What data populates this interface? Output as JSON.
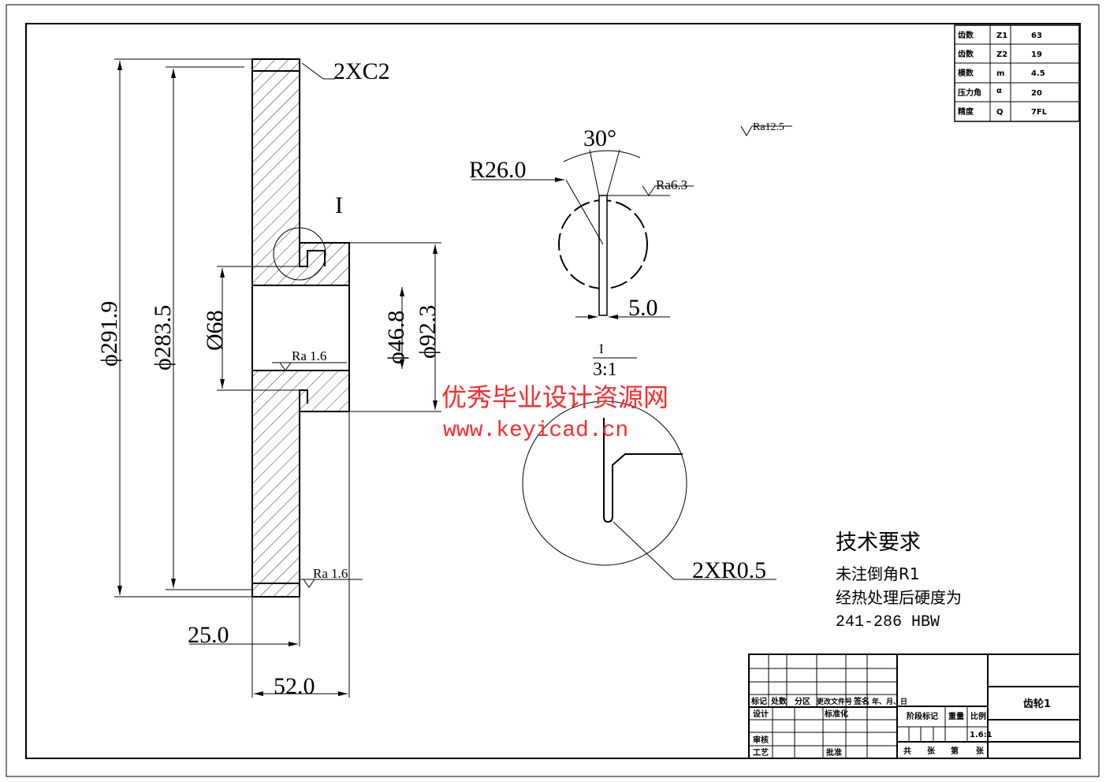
{
  "params": [
    {
      "name": "齿数",
      "sym": "Z1",
      "val": "63"
    },
    {
      "name": "齿数",
      "sym": "Z2",
      "val": "19"
    },
    {
      "name": "模数",
      "sym": "m",
      "val": "4.5"
    },
    {
      "name": "压力角",
      "sym": "α",
      "val": "20"
    },
    {
      "name": "精度",
      "sym": "Q",
      "val": "7FL"
    }
  ],
  "dims": {
    "chamfer": "2XC2",
    "d1": "ϕ291.9",
    "d2": "ϕ283.5",
    "d3": "Ø68",
    "d4": "ϕ46.8",
    "d5": "ϕ92.3",
    "w1": "25.0",
    "w2": "52.0",
    "ra1": "Ra 1.6",
    "ra2": "Ra 1.6",
    "section": "I",
    "angle": "30°",
    "radius": "R26.0",
    "ra63": "Ra6.3",
    "slot": "5.0",
    "ra125": "Ra12.5",
    "detail_label": "I",
    "detail_scale": "3:1",
    "fillet": "2XR0.5"
  },
  "tech": {
    "title": "技术要求",
    "lines": [
      "未注倒角R1",
      "经热处理后硬度为",
      "241-286 HBW"
    ]
  },
  "watermark": {
    "name": "优秀毕业设计资源网",
    "url": "www.keyicad.cn"
  },
  "titleblock": {
    "headers": [
      "标记",
      "处数",
      "分区",
      "更改文件号",
      "签名",
      "年、月、日"
    ],
    "design": "设计",
    "std": "标准化",
    "review": "审核",
    "process": "工艺",
    "approve": "批准",
    "stage": "阶段标记",
    "weight": "重量",
    "scale_label": "比例",
    "scale": "1.6:1",
    "total": "共",
    "sheets": "张",
    "page": "第",
    "sheet2": "张",
    "part": "齿轮1"
  }
}
